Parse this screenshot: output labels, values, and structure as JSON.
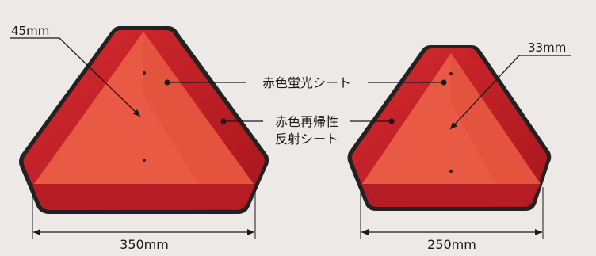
{
  "labels": {
    "large_border_width": "45mm",
    "small_border_width": "33mm",
    "fluorescent_sheet": "赤色蛍光シート",
    "retroreflective_line1": "赤色再帰性",
    "retroreflective_line2": "反射シート",
    "large_width": "350mm",
    "small_width": "250mm"
  },
  "colors": {
    "background": "#ece9e6",
    "reflective_red": "#c8232b",
    "fluorescent_red": "#e85a44",
    "outline": "#222222",
    "dimension_line": "#1a1a1a"
  }
}
